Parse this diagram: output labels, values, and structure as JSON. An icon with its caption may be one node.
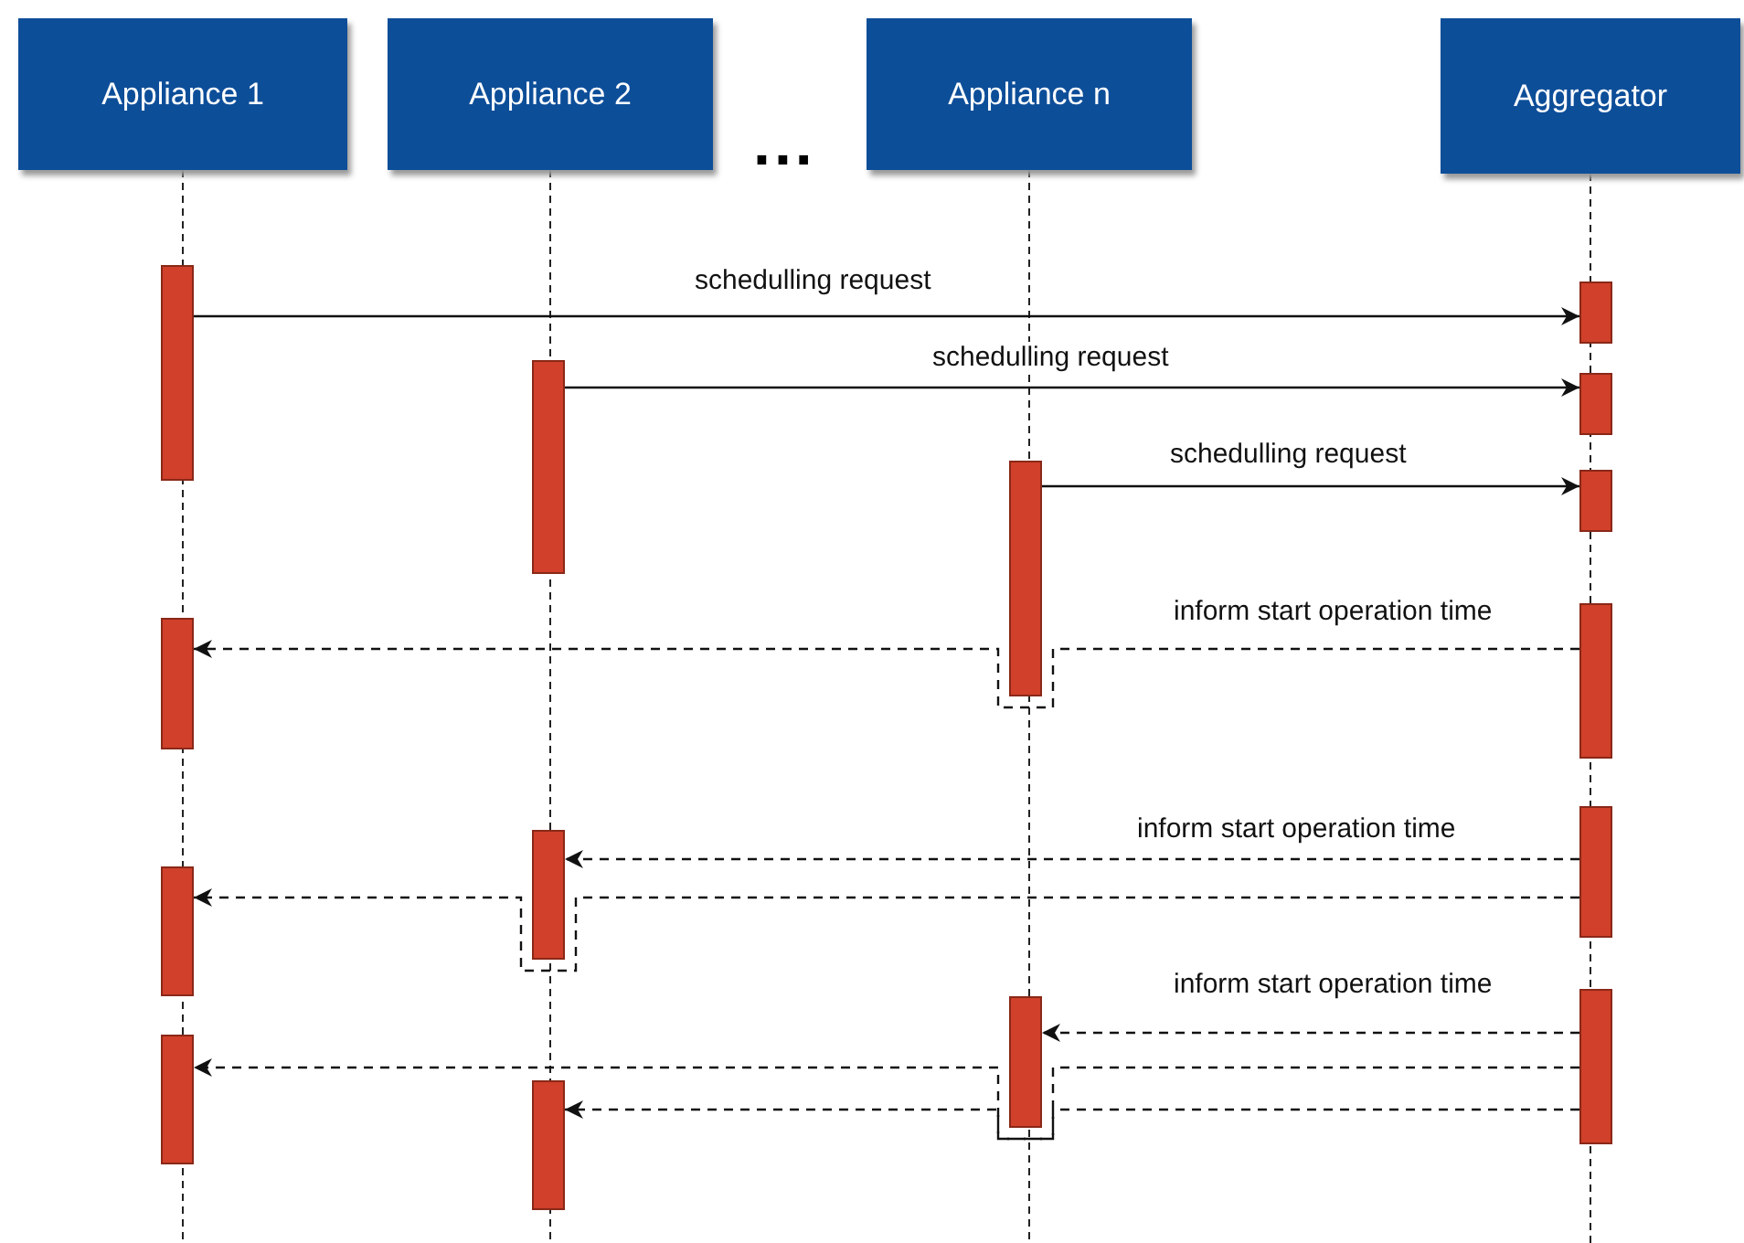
{
  "diagram": {
    "nodes": [
      {
        "text": [
          "Appliance 1"
        ]
      },
      {
        "text": [
          "Appliance 2"
        ]
      },
      {
        "text": [
          "Appliance n"
        ]
      },
      {
        "text": [
          "Aggregator"
        ]
      },
      {
        "text": [],
        "shape": "bar"
      },
      {
        "text": [],
        "shape": "bar"
      },
      {
        "text": [],
        "shape": "bar"
      },
      {
        "text": [],
        "shape": "bar"
      },
      {
        "text": [],
        "shape": "bar"
      },
      {
        "text": [],
        "shape": "bar"
      },
      {
        "text": [],
        "shape": "bar"
      },
      {
        "text": [],
        "shape": "bar"
      },
      {
        "text": [],
        "shape": "bar"
      },
      {
        "text": [],
        "shape": "bar"
      },
      {
        "text": [],
        "shape": "bar"
      },
      {
        "text": [],
        "shape": "bar"
      },
      {
        "text": [],
        "shape": "bar"
      },
      {
        "text": [],
        "shape": "bar"
      },
      {
        "text": [],
        "shape": "bar"
      }
    ],
    "edges": [
      {
        "from": 4,
        "to": 13,
        "arrow": "to",
        "label": "schedulling request"
      },
      {
        "from": 8,
        "to": 14,
        "arrow": "to",
        "label": "schedulling request"
      },
      {
        "from": 11,
        "to": 15,
        "arrow": "to",
        "label": "schedulling request"
      },
      {
        "from": 16,
        "to": 5,
        "arrow": "to",
        "style": "dashed",
        "label": "inform start operation time"
      },
      {
        "from": 17,
        "to": 9,
        "arrow": "to",
        "style": "dashed",
        "label": "inform start operation time"
      },
      {
        "from": 17,
        "to": 6,
        "arrow": "to",
        "style": "dashed"
      },
      {
        "from": 18,
        "to": 12,
        "arrow": "to",
        "style": "dashed",
        "label": "inform start operation time"
      },
      {
        "from": 18,
        "to": 7,
        "arrow": "to",
        "style": "dashed"
      },
      {
        "from": 18,
        "to": 10,
        "arrow": "to",
        "style": "dashed"
      }
    ],
    "labels": [
      "..."
    ]
  }
}
